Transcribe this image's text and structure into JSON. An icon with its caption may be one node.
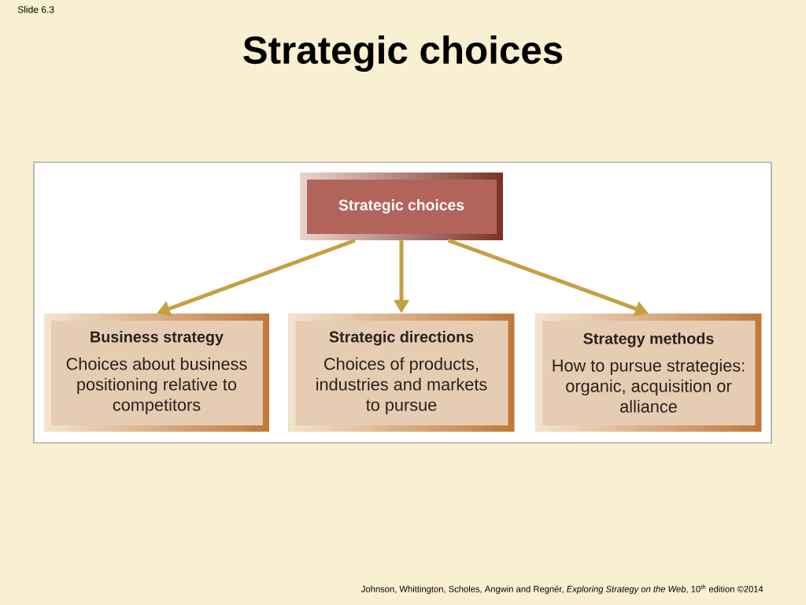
{
  "diagram": {
    "title": "Strategic choices",
    "nodes": [
      {
        "text": [
          "Strategic choices"
        ]
      },
      {
        "text": [
          "Business strategy",
          "Choices about business positioning relative to competitors"
        ]
      },
      {
        "text": [
          "Strategic directions",
          "Choices of products, industries and markets to pursue"
        ]
      },
      {
        "text": [
          "Strategy methods",
          "How to pursue strategies: organic, acquisition or alliance"
        ]
      }
    ],
    "edges": [
      {
        "from": 0,
        "to": 1,
        "arrow": "to"
      },
      {
        "from": 0,
        "to": 2,
        "arrow": "to"
      },
      {
        "from": 0,
        "to": 3,
        "arrow": "to"
      }
    ],
    "labels": [
      "Slide 6.3",
      "Johnson, Whittington, Scholes, Angwin and Regnér, *Exploring Strategy on the Web*, 10$^{th}$ edition ©2014"
    ]
  }
}
